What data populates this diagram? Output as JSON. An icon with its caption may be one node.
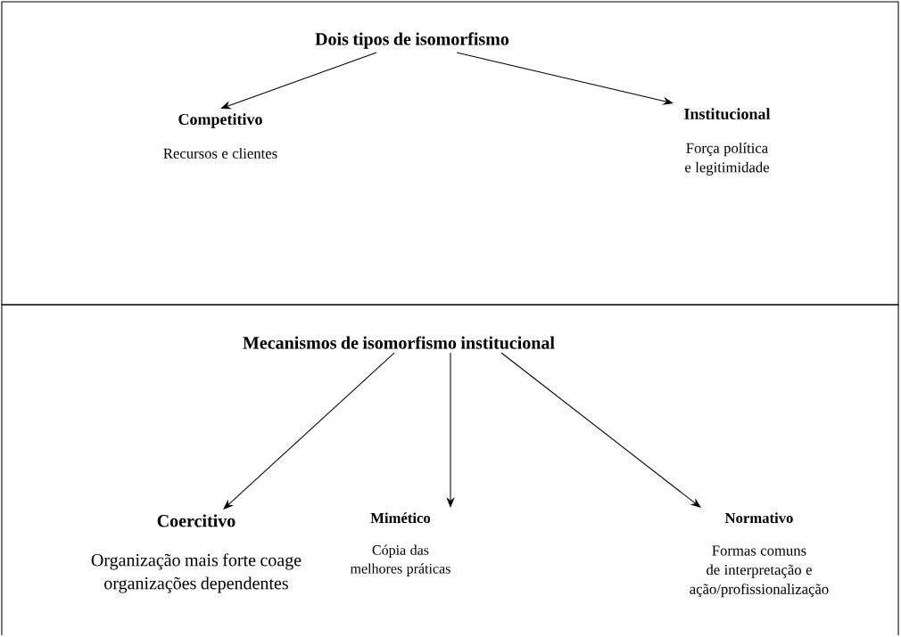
{
  "diagram": {
    "nodes": [
      {
        "text": [],
        "shape": "box"
      },
      {
        "text": [
          "Dois tipos de isomorfismo"
        ],
        "in": 0
      },
      {
        "text": [
          "Competitivo",
          "Recursos e clientes"
        ],
        "in": 0
      },
      {
        "text": [
          "Institucional",
          "Força política e legitimidade"
        ],
        "in": 0
      },
      {
        "text": [],
        "shape": "box"
      },
      {
        "text": [
          "Mecanismos de isomorfismo institucional"
        ],
        "in": 4
      },
      {
        "text": [
          "Coercitivo",
          "Organização mais forte coage organizações dependentes"
        ],
        "in": 4
      },
      {
        "text": [
          "Mimético",
          "Cópia das melhores práticas"
        ],
        "in": 4
      },
      {
        "text": [
          "Normativo",
          "Formas comuns de interpretação e ação/profissionalização"
        ],
        "in": 4
      }
    ],
    "edges": [
      {
        "from": 1,
        "to": 2,
        "arrow": "to"
      },
      {
        "from": 1,
        "to": 3,
        "arrow": "to"
      },
      {
        "from": 5,
        "to": 6,
        "arrow": "to"
      },
      {
        "from": 5,
        "to": 7,
        "arrow": "to"
      },
      {
        "from": 5,
        "to": 8,
        "arrow": "to"
      }
    ]
  }
}
